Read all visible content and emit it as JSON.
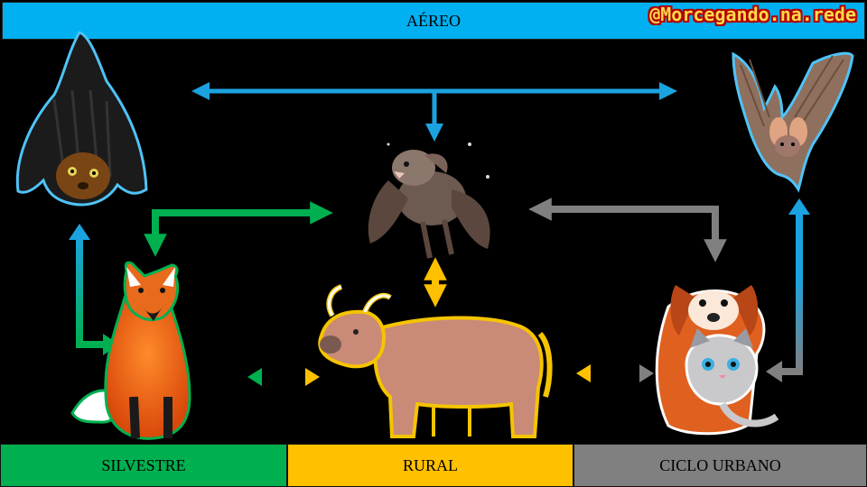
{
  "header": {
    "title": "AÉREO",
    "watermark": "@Morcegando.na.rede"
  },
  "footer": {
    "silvestre": "SILVESTRE",
    "rural": "RURAL",
    "urbano": "CICLO URBANO"
  },
  "colors": {
    "aereo": "#00b0f0",
    "silvestre": "#00b050",
    "rural": "#ffc000",
    "urbano": "#808080"
  },
  "icons": [
    "fruit-bat-icon",
    "long-eared-bat-icon",
    "vampire-bat-icon",
    "maned-wolf-icon",
    "cow-icon",
    "dog-and-cat-icon"
  ]
}
